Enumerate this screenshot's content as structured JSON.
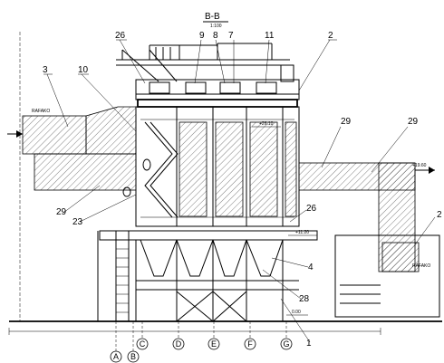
{
  "section": {
    "title": "B-B",
    "scale": "1:100"
  },
  "callouts": [
    "26",
    "9",
    "8",
    "7",
    "11",
    "2",
    "3",
    "10",
    "29",
    "29",
    "29",
    "23",
    "26",
    "4",
    "28",
    "1",
    "2"
  ],
  "axes": [
    "A",
    "B",
    "C",
    "D",
    "E",
    "F",
    "G"
  ],
  "elevations": [
    "+26.10",
    "+11.20",
    "+19.60",
    "0.00"
  ],
  "notes": [
    "RAFAKO",
    "RAFAKO"
  ]
}
